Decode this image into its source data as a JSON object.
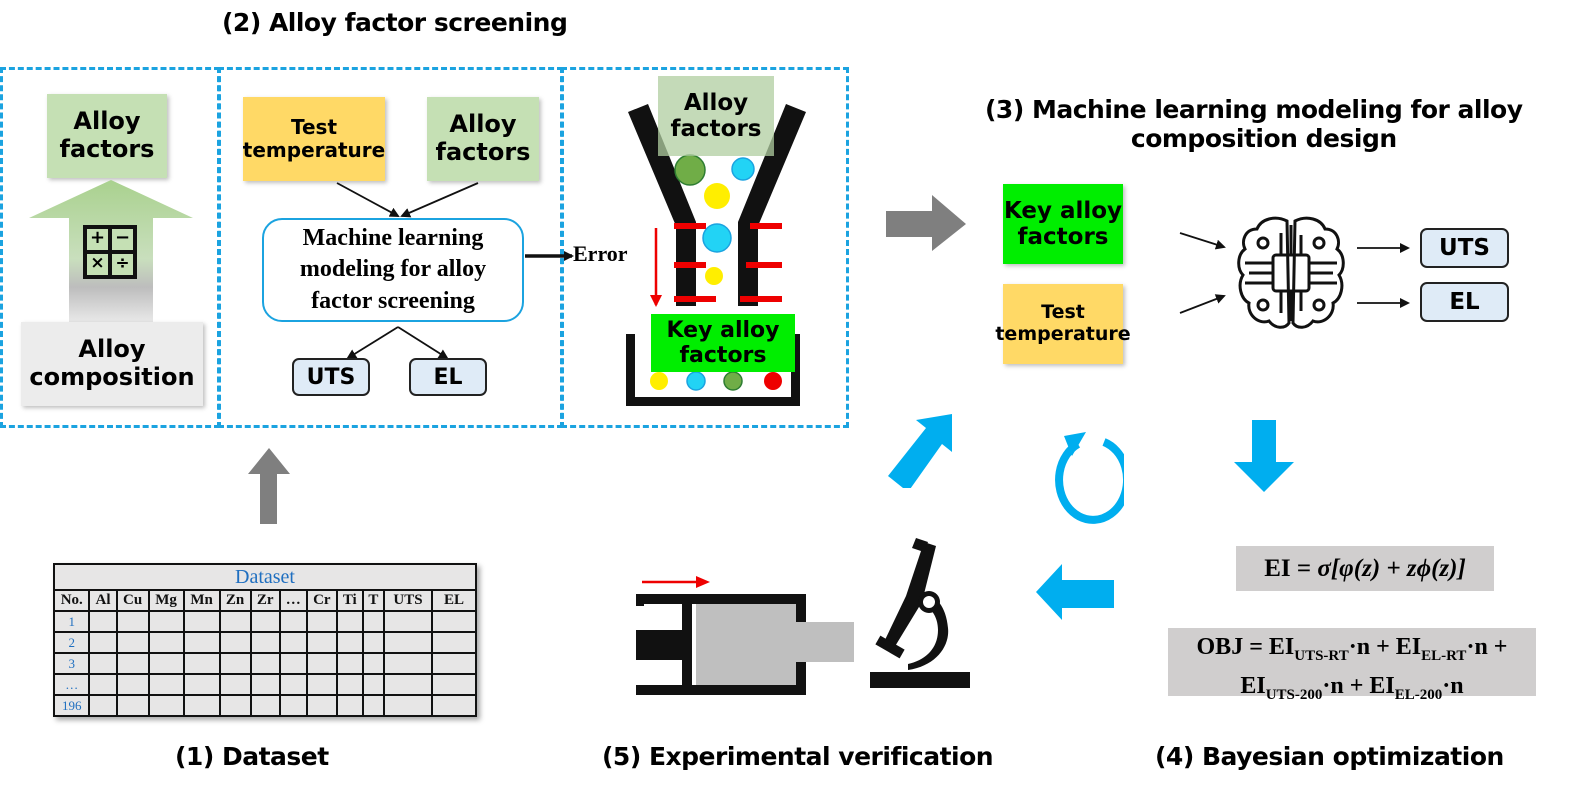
{
  "sections": {
    "s1": {
      "title": "(1)  Dataset"
    },
    "s2": {
      "title": "(2)  Alloy factor screening"
    },
    "s3": {
      "title_line1": "(3)  Machine learning modeling for alloy",
      "title_line2": "composition design"
    },
    "s4": {
      "title": "(4)  Bayesian optimization"
    },
    "s5": {
      "title": "(5)  Experimental verification"
    }
  },
  "screening": {
    "panel1": {
      "top_box": {
        "line1": "Alloy",
        "line2": "factors"
      },
      "bottom_box": {
        "line1": "Alloy",
        "line2": "composition"
      },
      "calc_icon": {
        "plus": "+",
        "minus": "−",
        "times": "×",
        "divide": "÷"
      }
    },
    "panel2": {
      "test_temp": {
        "line1": "Test",
        "line2": "temperature"
      },
      "alloy_factors": {
        "line1": "Alloy",
        "line2": "factors"
      },
      "ml_box": {
        "line1": "Machine learning",
        "line2": "modeling for alloy",
        "line3": "factor screening"
      },
      "outputs": [
        "UTS",
        "EL"
      ],
      "error_label": "Error"
    },
    "panel3": {
      "funnel_top": {
        "line1": "Alloy",
        "line2": "factors"
      },
      "funnel_bottom": {
        "line1": "Key alloy",
        "line2": "factors"
      }
    }
  },
  "modeling": {
    "key_factors": {
      "line1": "Key  alloy",
      "line2": "factors"
    },
    "test_temp": {
      "line1": "Test",
      "line2": "temperature"
    },
    "outputs": [
      "UTS",
      "EL"
    ]
  },
  "dataset_table": {
    "caption": "Dataset",
    "columns": [
      "No.",
      "Al",
      "Cu",
      "Mg",
      "Mn",
      "Zn",
      "Zr",
      "…",
      "Cr",
      "Ti",
      "T",
      "UTS",
      "EL"
    ],
    "rows": [
      "1",
      "2",
      "3",
      "…",
      "196"
    ]
  },
  "bayes": {
    "ei_formula": {
      "lhs": "EI = ",
      "rhs": "σ[φ(z) + zϕ(z)]"
    },
    "obj_formula": {
      "prefix": "OBJ = ",
      "terms": [
        {
          "base": "EI",
          "sub": "UTS-RT",
          "suffix": "·n + "
        },
        {
          "base": "EI",
          "sub": "EL-RT",
          "suffix": "·n +"
        },
        {
          "base": "EI",
          "sub": "UTS-200",
          "suffix": "·n + "
        },
        {
          "base": "EI",
          "sub": "EL-200",
          "suffix": "·n"
        }
      ]
    }
  },
  "colors": {
    "dashed_border": "#1ba3e0",
    "cycle_arrows": "#00aeef",
    "gray_arrows": "#7f7f7f",
    "key_green": "#00ee00",
    "light_green": "#c5e0b4",
    "yellow": "#ffd966"
  }
}
